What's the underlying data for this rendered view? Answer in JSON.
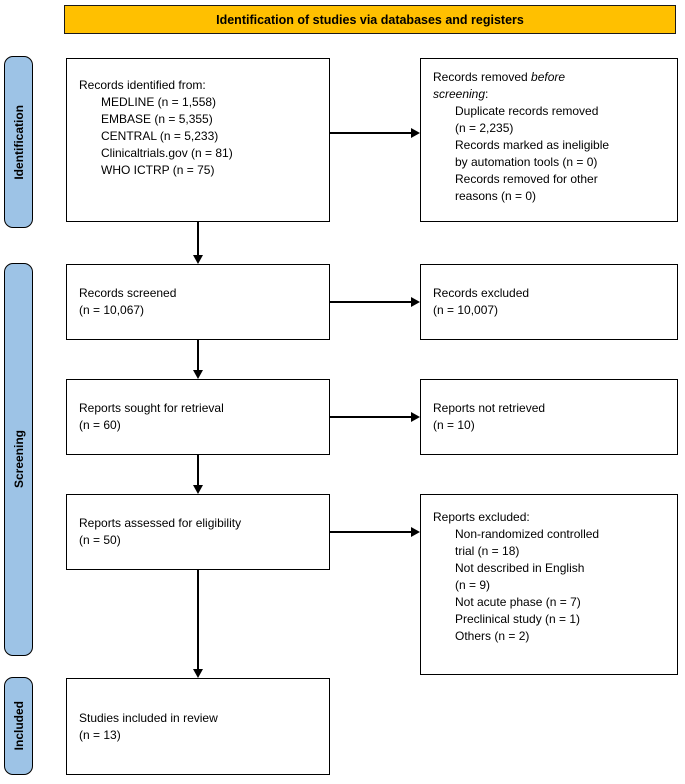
{
  "banner": {
    "title": "Identification of studies via databases and registers"
  },
  "colors": {
    "banner_bg": "#FFC000",
    "stage_bg": "#9DC3E6",
    "border": "#000000"
  },
  "stages": [
    {
      "label": "Identification"
    },
    {
      "label": "Screening"
    },
    {
      "label": "Included"
    }
  ],
  "boxes": {
    "records_identified": {
      "title": "Records identified from:",
      "items": [
        "MEDLINE (n = 1,558)",
        "EMBASE (n = 5,355)",
        "CENTRAL (n = 5,233)",
        "Clinicaltrials.gov (n = 81)",
        "WHO ICTRP (n = 75)"
      ]
    },
    "records_removed": {
      "prefix": "Records removed ",
      "italic": "before screening",
      "suffix": ":",
      "lines": [
        "Duplicate records removed",
        "(n = 2,235)",
        "Records marked as ineligible",
        "by automation tools (n = 0)",
        "Records removed for other",
        "reasons (n = 0)"
      ]
    },
    "records_screened": {
      "lines": [
        "Records screened",
        "(n = 10,067)"
      ]
    },
    "records_excluded": {
      "lines": [
        "Records excluded",
        "(n = 10,007)"
      ]
    },
    "reports_sought": {
      "lines": [
        "Reports sought for retrieval",
        "(n = 60)"
      ]
    },
    "reports_not_retrieved": {
      "lines": [
        "Reports not retrieved",
        "(n = 10)"
      ]
    },
    "reports_assessed": {
      "lines": [
        "Reports assessed for eligibility",
        "(n = 50)"
      ]
    },
    "reports_excluded": {
      "title": "Reports excluded:",
      "lines": [
        "Non-randomized controlled",
        "trial (n = 18)",
        "Not described in English",
        "(n = 9)",
        "Not acute phase (n = 7)",
        "Preclinical study (n = 1)",
        "Others (n = 2)"
      ]
    },
    "studies_included": {
      "lines": [
        "Studies included in review",
        "(n = 13)"
      ]
    }
  }
}
